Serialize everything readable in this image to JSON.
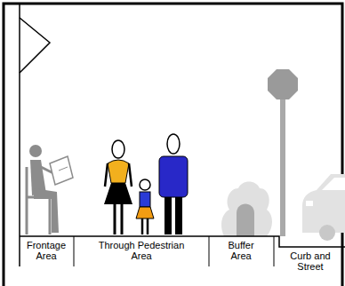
{
  "diagram": {
    "labels": [
      "Frontage Area",
      "Through Pedestrian Area",
      "Buffer Area",
      "Curb and Street"
    ]
  }
}
